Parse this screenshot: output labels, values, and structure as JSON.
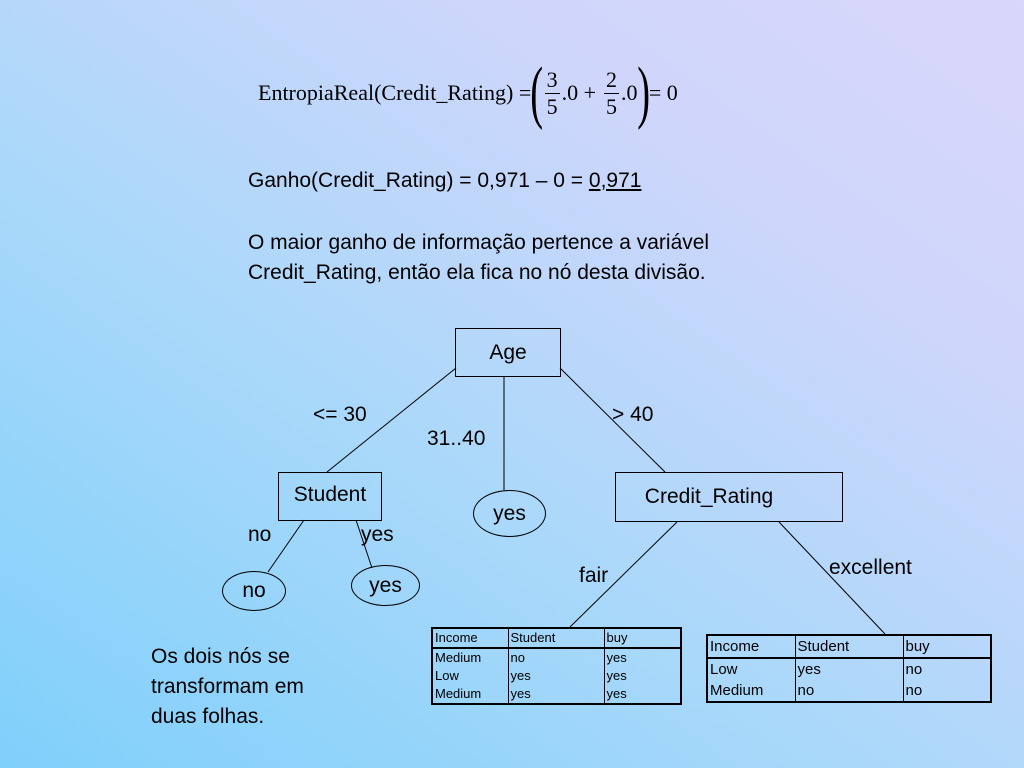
{
  "formula": {
    "lhs": "EntropiaReal(Credit_Rating) =",
    "f1_num": "3",
    "f1_den": "5",
    "t1": ".0 +",
    "f2_num": "2",
    "f2_den": "5",
    "t2": ".0",
    "rhs": "= 0"
  },
  "gain": {
    "prefix": "Ganho(Credit_Rating) = 0,971 – 0 = ",
    "result": "0,971"
  },
  "paragraph": "O maior ganho de informação pertence a variável Credit_Rating, então ela fica no nó desta divisão.",
  "tree": {
    "root": "Age",
    "edge_left": "<= 30",
    "edge_mid": "31..40",
    "edge_right": "> 40",
    "student_node": "Student",
    "mid_leaf": "yes",
    "credit_node": "Credit_Rating",
    "student_no_edge": "no",
    "student_yes_edge": "yes",
    "leaf_no": "no",
    "leaf_yes": "yes",
    "credit_fair_edge": "fair",
    "credit_excellent_edge": "excellent"
  },
  "note": "Os dois nós se transformam em duas folhas.",
  "table_fair": {
    "headers": [
      "Income",
      "Student",
      "buy"
    ],
    "rows": [
      [
        "Medium",
        "no",
        "yes"
      ],
      [
        "Low",
        "yes",
        "yes"
      ],
      [
        "Medium",
        "yes",
        "yes"
      ]
    ]
  },
  "table_excellent": {
    "headers": [
      "Income",
      "Student",
      "buy"
    ],
    "rows": [
      [
        "Low",
        "yes",
        "no"
      ],
      [
        "Medium",
        "no",
        "no"
      ]
    ]
  }
}
